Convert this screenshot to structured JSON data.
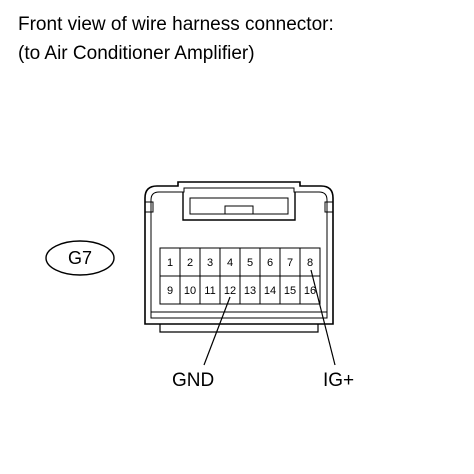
{
  "title_line1": "Front view of wire harness connector:",
  "title_line2": "(to Air Conditioner Amplifier)",
  "connector_code": "G7",
  "pins_top": [
    "1",
    "2",
    "3",
    "4",
    "5",
    "6",
    "7",
    "8"
  ],
  "pins_bottom": [
    "9",
    "10",
    "11",
    "12",
    "13",
    "14",
    "15",
    "16"
  ],
  "labels": {
    "gnd": "GND",
    "ig_plus": "IG+"
  }
}
